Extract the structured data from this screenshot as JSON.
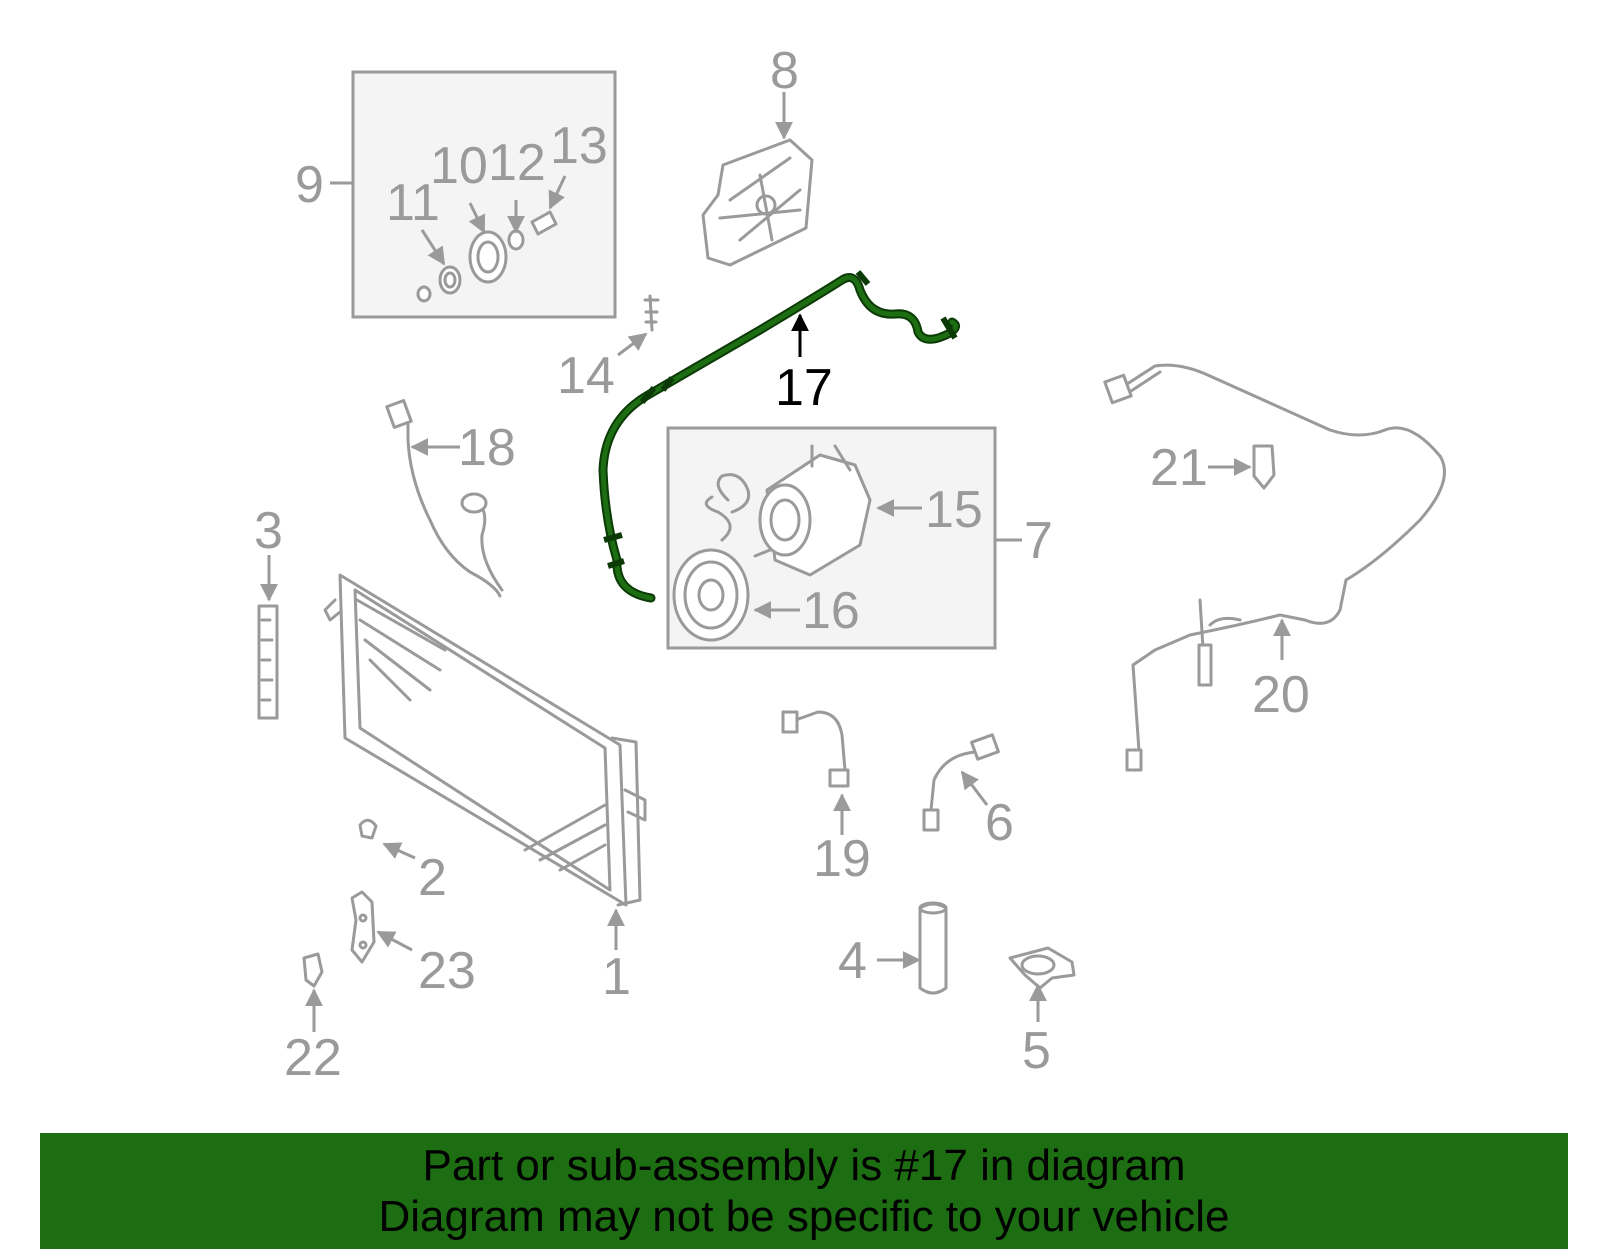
{
  "colors": {
    "part_gray": "#9a9a9a",
    "highlight_green": "#1d6d12",
    "box_fill": "#f4f4f4",
    "banner_bg": "#1d6d12"
  },
  "highlighted_part": "17",
  "callouts": {
    "c1": "1",
    "c2": "2",
    "c3": "3",
    "c4": "4",
    "c5": "5",
    "c6": "6",
    "c7": "7",
    "c8": "8",
    "c9": "9",
    "c10": "10",
    "c11": "11",
    "c12": "12",
    "c13": "13",
    "c14": "14",
    "c15": "15",
    "c16": "16",
    "c17": "17",
    "c18": "18",
    "c19": "19",
    "c20": "20",
    "c21": "21",
    "c22": "22",
    "c23": "23"
  },
  "banner": {
    "line1": "Part or sub-assembly is #17 in diagram",
    "line2": "Diagram may not be specific to your vehicle"
  }
}
